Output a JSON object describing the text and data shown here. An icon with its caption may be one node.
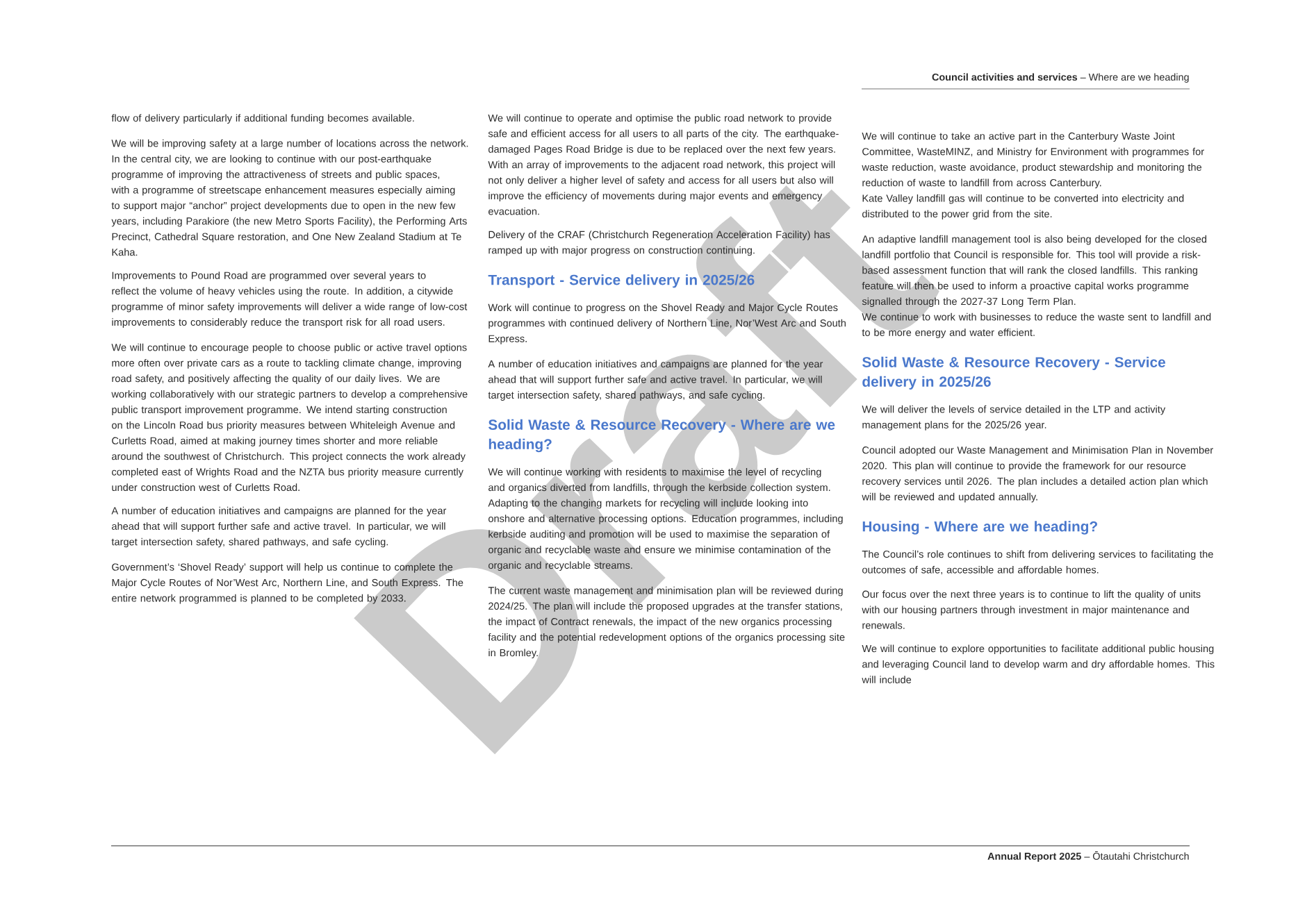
{
  "diagram": {
    "labels": [
      "**Council activities and services** – Where are we heading",
      "flow of delivery particularly if additional funding becomes available.",
      "We will be improving safety at a large number of locations across the network. In the central city, we are looking to continue with our post-earthquake programme of improving the attractiveness of streets and public spaces, with a programme of streetscape enhancement measures especially aiming to support major “anchor” project developments due to open in the new few years, including Parakiore (the new Metro Sports Facility), the Performing Arts Precinct, Cathedral Square restoration, and One New Zealand Stadium at Te Kaha.",
      "Improvements to Pound Road are programmed over several years to reflect the volume of heavy vehicles using the route. In addition, a citywide programme of minor safety improvements will deliver a wide range of low-cost improvements to considerably reduce the transport risk for all road users.",
      "We will continue to encourage people to choose public or active travel options more often over private cars as a route to tackling climate change, improving road safety, and positively affecting the quality of our daily lives. We are working collaboratively with our strategic partners to develop a comprehensive public transport improvement programme. We intend starting construction on the Lincoln Road bus priority measures between Whiteleigh Avenue and Curletts Road, aimed at making journey times shorter and more reliable around the southwest of Christchurch. This project connects the work already completed east of Wrights Road and the NZTA bus priority measure currently under construction west of Curletts Road.",
      "A number of education initiatives and campaigns are planned for the year ahead that will support further safe and active travel. In particular, we will target intersection safety, shared pathways, and safe cycling.",
      "Government’s ‘Shovel Ready’ support will help us continue to complete the Major Cycle Routes of Nor’West Arc, Northern Line, and South Express. The entire network programmed is planned to be completed by 2033.",
      "We will continue to operate and optimise the public road network to provide safe and efficient access for all users to all parts of the city. The earthquake-damaged Pages Road Bridge is due to be replaced over the next few years. With an array of improvements to the adjacent road network, this project will not only deliver a higher level of safety and access for all users but also will improve the efficiency of movements during major events and emergency evacuation.",
      "Delivery of the CRAF (Christchurch Regeneration Acceleration Facility) has ramped up with major progress on construction continuing.",
      "Transport - Service delivery in 2025/26",
      "Work will continue to progress on the Shovel Ready and Major Cycle Routes programmes with continued delivery of Northern Line, Nor’West Arc and South Express.",
      "A number of education initiatives and campaigns are planned for the year ahead that will support further safe and active travel. In particular, we will target intersection safety, shared pathways, and safe cycling.",
      "Solid Waste & Resource Recovery - Where are we heading?",
      "We will continue working with residents to maximise the level of recycling and organics diverted from landfills, through the kerbside collection system. Adapting to the changing markets for recycling will include looking into onshore and alternative processing options. Education programmes, including kerbside auditing and promotion will be used to maximise the separation of organic and recyclable waste and ensure we minimise contamination of the organic and recyclable streams.",
      "The current waste management and minimisation plan will be reviewed during 2024/25. The plan will include the proposed upgrades at the transfer stations, the impact of Contract renewals, the impact of the new organics processing facility and the potential redevelopment options of the organics processing site in Bromley.",
      "We will continue to take an active part in the Canterbury Waste Joint Committee, WasteMINZ, and Ministry for Environment with programmes for waste reduction, waste avoidance, product stewardship and monitoring the reduction of waste to landfill from across Canterbury.",
      "Kate Valley landfill gas will continue to be converted into electricity and distributed to the power grid from the site.",
      "An adaptive landfill management tool is also being developed for the closed landfill portfolio that Council is responsible for. This tool will provide a risk-based assessment function that will rank the closed landfills. This ranking feature will then be used to inform a proactive capital works programme signalled through the 2027-37 Long Term Plan.",
      "We continue to work with businesses to reduce the waste sent to landfill and to be more energy and water efficient.",
      "Solid Waste & Resource Recovery - Service delivery in 2025/26",
      "We will deliver the levels of service detailed in the LTP and activity management plans for the 2025/26 year.",
      "Council adopted our Waste Management and Minimisation Plan in November 2020. This plan will continue to provide the framework for our resource recovery services until 2026. The plan includes a detailed action plan which will be reviewed and updated annually.",
      "Housing - Where are we heading?",
      "The Council’s role continues to shift from delivering services to facilitating the outcomes of safe, accessible and affordable homes.",
      "Our focus over the next three years is to continue to lift the quality of units with our housing partners through investment in major maintenance and renewals.",
      "We will continue to explore opportunities to facilitate additional public housing and leveraging Council land to develop warm and dry affordable homes. This will include",
      "**Annual Report 2025** – Ōtautahi Christchurch",
      "Draft"
    ]
  }
}
